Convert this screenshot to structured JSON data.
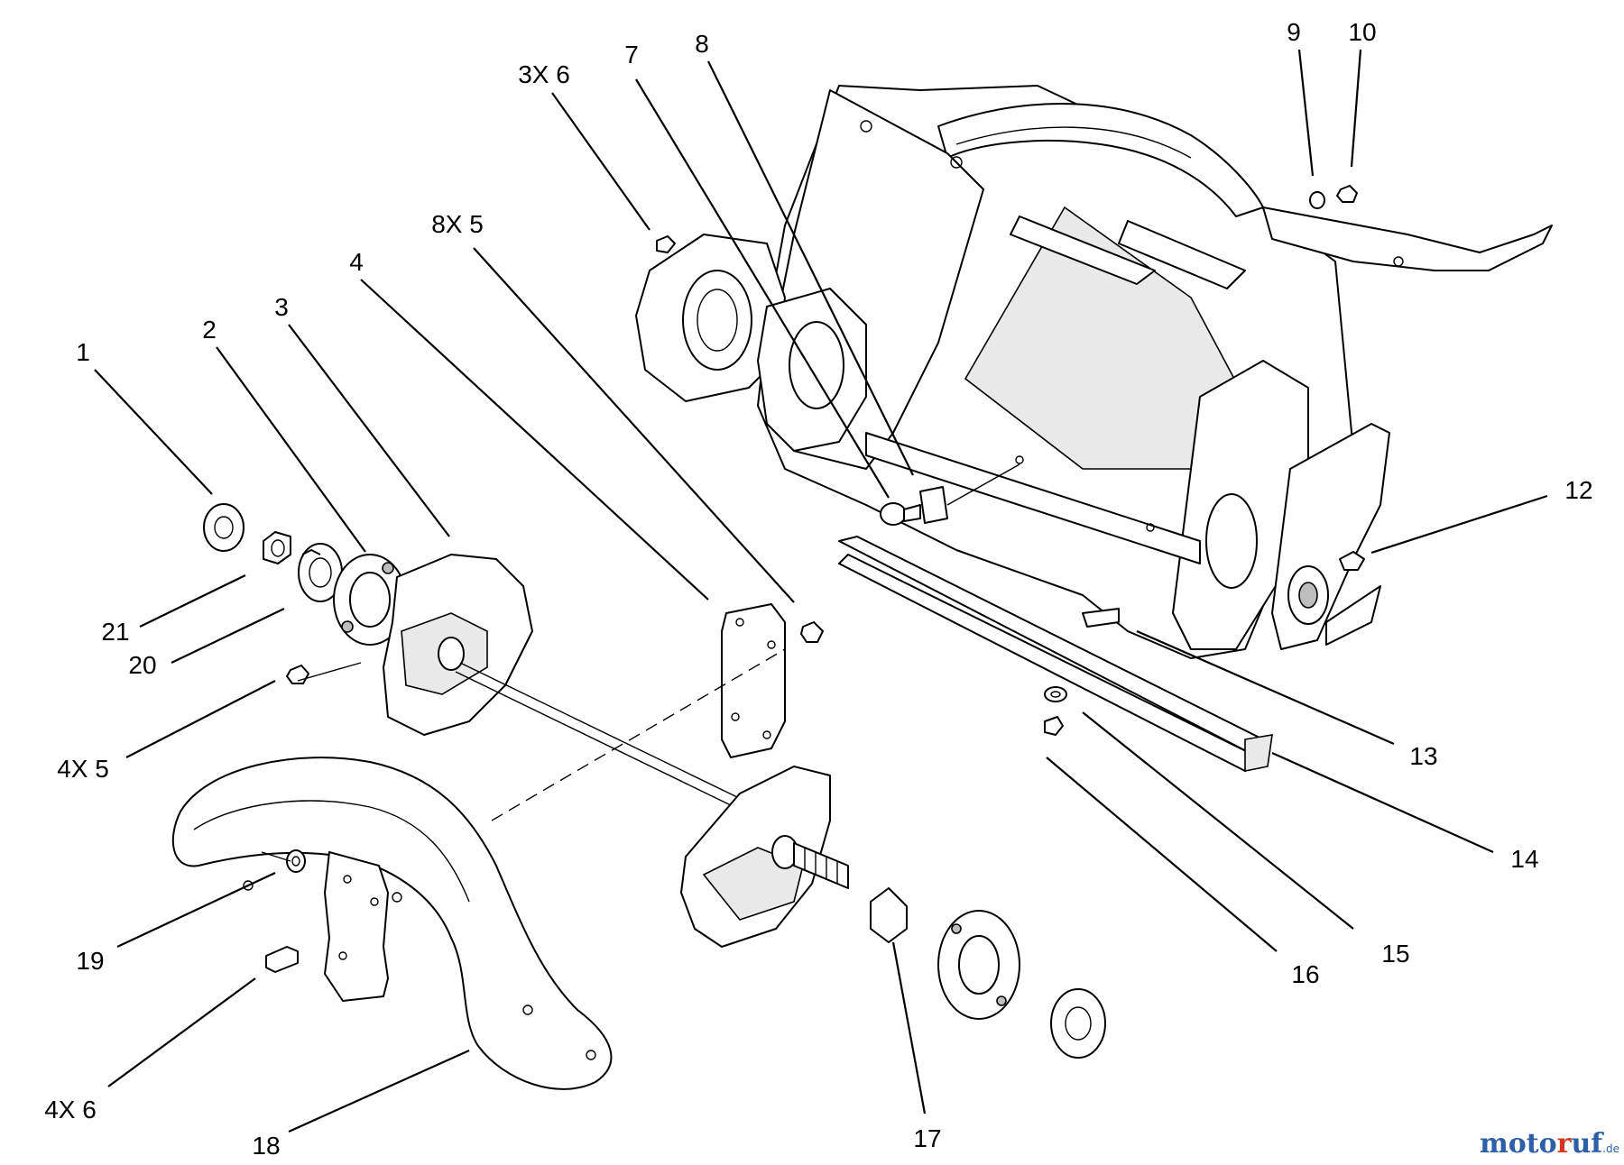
{
  "callouts": {
    "c1": "1",
    "c2": "2",
    "c3": "3",
    "c4": "4",
    "c8x5": "8X 5",
    "c3x6": "3X 6",
    "c7": "7",
    "c8": "8",
    "c9": "9",
    "c10": "10",
    "c12": "12",
    "c13": "13",
    "c14": "14",
    "c15": "15",
    "c16": "16",
    "c17": "17",
    "c18": "18",
    "c19": "19",
    "c20": "20",
    "c21": "21",
    "c4x5": "4X 5",
    "c4x6": "4X 6"
  },
  "watermark": {
    "brand_a": "moto",
    "brand_b": "r",
    "brand_c": "uf",
    "suffix": ".de"
  }
}
